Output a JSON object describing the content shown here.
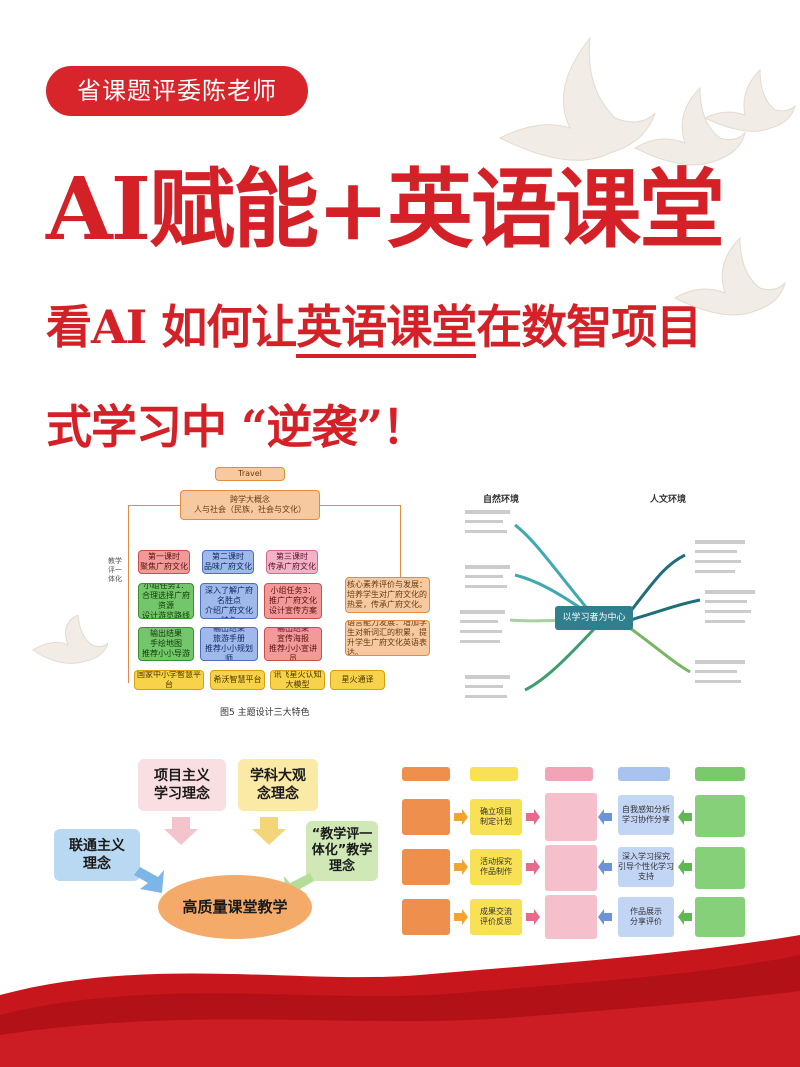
{
  "badge": "省课题评委陈老师",
  "headline": "AI赋能+英语课堂",
  "subtitle": {
    "part1": "看AI 如何让",
    "underlined": "英语课堂",
    "part2": "在数智项目",
    "line2": "式学习中 “逆袭”！"
  },
  "flowchart": {
    "top": "Travel",
    "big_idea_title": "跨学大概念",
    "big_idea_sub": "人与社会（民族，社会与文化）",
    "side_label": "教学评一体化",
    "lessons": [
      "第一课时\n聚焦广府文化",
      "第二课时\n品味广府文化",
      "第三课时\n传承广府文化"
    ],
    "tasks": [
      "小组任务1：\n合理选择广府资源\n设计游览路线",
      "小组任务2：\n深入了解广府名胜点\n介绍广府文化特色",
      "小组任务3：\n推广广府文化\n设计宣传方案"
    ],
    "outputs": [
      "输出结果\n手绘地图\n推荐小小导游",
      "输出结果\n旅游手册\n推荐小小规划师",
      "输出结果\n宣传海报\n推荐小小宣讲员"
    ],
    "platforms": [
      "国家中小学智慧平台",
      "希沃智慧平台",
      "讯飞星火认知大模型",
      "星火通译"
    ],
    "notes": [
      "核心素养评价与发展：培养学生对广府文化的热爱，传承广府文化。",
      "语言能力发展：增加学生对新词汇的积累，提升学生广府文化英语表达。"
    ],
    "caption": "图5 主题设计三大特色"
  },
  "mindmap": {
    "left_title": "自然环境",
    "right_title": "人文环境",
    "center": "以学习者为中心"
  },
  "concept": {
    "box1": "项目主义\n学习理念",
    "box2": "学科大观\n念理念",
    "box3": "联通主义\n理念",
    "box4": "“教学评一\n体化”教学\n理念",
    "center": "高质量课堂教学"
  },
  "table_diagram": {
    "row_mid": [
      "确立项目\n制定计划",
      "活动探究\n作品制作",
      "成果交流\n评价反思"
    ],
    "row_right": [
      "自我感知分析\n学习协作分享",
      "深入学习探究\n引导个性化学习支持",
      "作品展示\n分享评价"
    ]
  }
}
